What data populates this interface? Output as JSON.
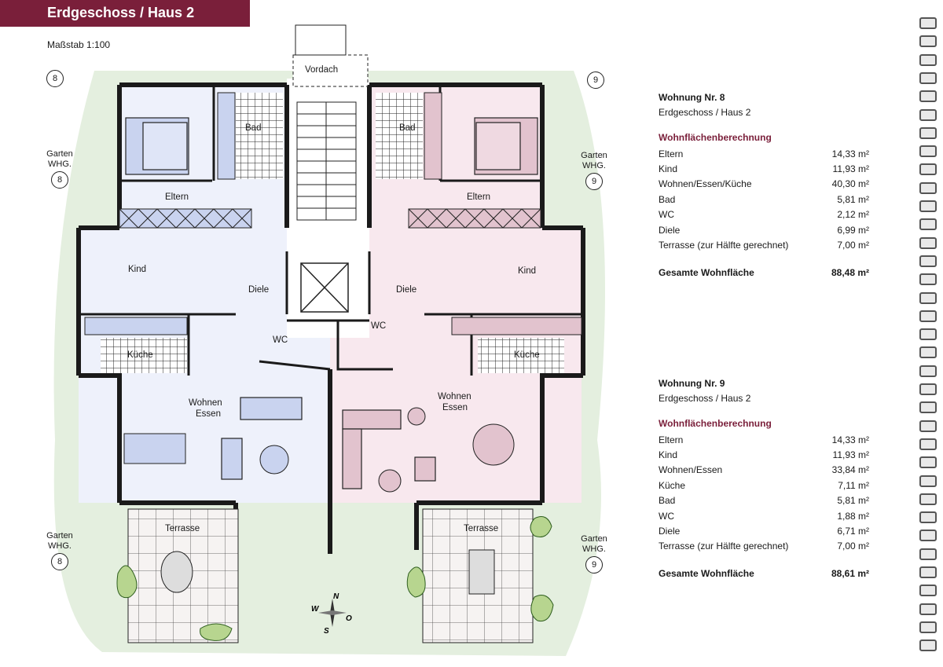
{
  "header": {
    "title": "Erdgeschoss / Haus 2",
    "scale": "Maßstab 1:100"
  },
  "markers": {
    "top_left": "8",
    "top_right": "9"
  },
  "gardens": [
    {
      "line1": "Garten",
      "line2": "WHG.",
      "num": "8"
    },
    {
      "line1": "Garten",
      "line2": "WHG.",
      "num": "9"
    },
    {
      "line1": "Garten",
      "line2": "WHG.",
      "num": "8"
    },
    {
      "line1": "Garten",
      "line2": "WHG.",
      "num": "9"
    }
  ],
  "rooms": {
    "vordach": "Vordach",
    "bad_left": "Bad",
    "bad_right": "Bad",
    "eltern_left": "Eltern",
    "eltern_right": "Eltern",
    "kind_left": "Kind",
    "kind_right": "Kind",
    "diele_left": "Diele",
    "diele_right": "Diele",
    "wc_left": "WC",
    "wc_right": "WC",
    "kueche_left": "Küche",
    "kueche_right": "Küche",
    "wohnen_left": "Wohnen",
    "essen_left": "Essen",
    "wohnen_right": "Wohnen",
    "essen_right": "Essen",
    "terrasse_left": "Terrasse",
    "terrasse_right": "Terrasse"
  },
  "compass": {
    "n": "N",
    "s": "S",
    "w": "W",
    "o": "O"
  },
  "apartments": [
    {
      "title": "Wohnung Nr. 8",
      "subtitle": "Erdgeschoss / Haus 2",
      "calc_heading": "Wohnflächenberechnung",
      "rows": [
        {
          "label": "Eltern",
          "value": "14,33 m²"
        },
        {
          "label": "Kind",
          "value": "11,93 m²"
        },
        {
          "label": "Wohnen/Essen/Küche",
          "value": "40,30 m²"
        },
        {
          "label": "Bad",
          "value": "5,81 m²"
        },
        {
          "label": "WC",
          "value": "2,12 m²"
        },
        {
          "label": "Diele",
          "value": "6,99 m²"
        },
        {
          "label": "Terrasse (zur Hälfte gerechnet)",
          "value": "7,00 m²"
        }
      ],
      "total_label": "Gesamte Wohnfläche",
      "total_value": "88,48 m²"
    },
    {
      "title": "Wohnung Nr. 9",
      "subtitle": "Erdgeschoss / Haus 2",
      "calc_heading": "Wohnflächenberechnung",
      "rows": [
        {
          "label": "Eltern",
          "value": "14,33 m²"
        },
        {
          "label": "Kind",
          "value": "11,93 m²"
        },
        {
          "label": "Wohnen/Essen",
          "value": "33,84 m²"
        },
        {
          "label": "Küche",
          "value": "7,11 m²"
        },
        {
          "label": "Bad",
          "value": "5,81 m²"
        },
        {
          "label": "WC",
          "value": "1,88 m²"
        },
        {
          "label": "Diele",
          "value": "6,71 m²"
        },
        {
          "label": "Terrasse (zur Hälfte gerechnet)",
          "value": "7,00 m²"
        }
      ],
      "total_label": "Gesamte Wohnfläche",
      "total_value": "88,61 m²"
    }
  ],
  "colors": {
    "title_bar": "#7a1f3a",
    "apt8_fill": "#eef1fb",
    "apt9_fill": "#f8e8ee",
    "garden": "#e4efdf"
  }
}
